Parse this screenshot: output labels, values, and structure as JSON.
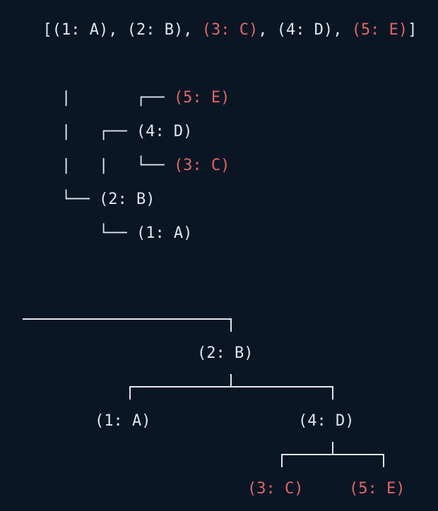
{
  "list_view": {
    "open_bracket": "[",
    "separator": ", ",
    "close_bracket": "]",
    "items": [
      {
        "text": "(1: A)",
        "color": "white"
      },
      {
        "text": "(2: B)",
        "color": "white"
      },
      {
        "text": "(3: C)",
        "color": "red"
      },
      {
        "text": "(4: D)",
        "color": "white"
      },
      {
        "text": "(5: E)",
        "color": "red"
      }
    ]
  },
  "sideways_tree": {
    "rows": [
      {
        "branch": "|       ┌── ",
        "label": "(5: E)",
        "color": "red"
      },
      {
        "branch": "|   ┌── ",
        "label": "(4: D)",
        "color": "white"
      },
      {
        "branch": "|   |   └── ",
        "label": "(3: C)",
        "color": "red"
      },
      {
        "branch": "└── ",
        "label": "(2: B)",
        "color": "white"
      },
      {
        "branch": "    └── ",
        "label": "(1: A)",
        "color": "white"
      }
    ]
  },
  "vertical_tree": {
    "root": {
      "text": "(2: B)",
      "color": "white"
    },
    "level1_left": {
      "text": "(1: A)",
      "color": "white"
    },
    "level1_right": {
      "text": "(4: D)",
      "color": "white"
    },
    "level2_left": {
      "text": "(3: C)",
      "color": "red"
    },
    "level2_right": {
      "text": "(5: E)",
      "color": "red"
    }
  },
  "colors": {
    "background": "#0b1624",
    "white": "#dfe6ef",
    "red": "#e06668"
  }
}
